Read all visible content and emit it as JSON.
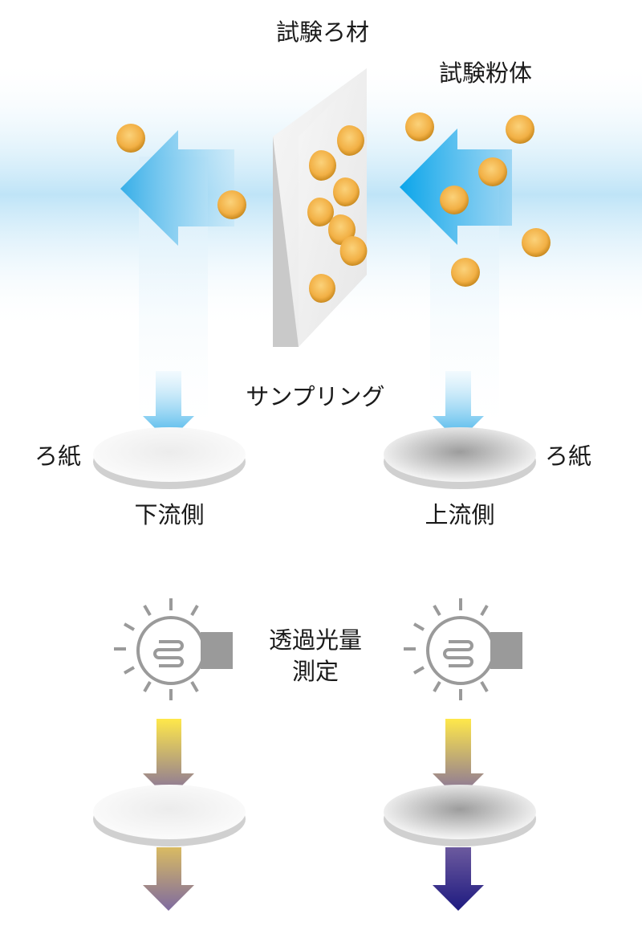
{
  "labels": {
    "test_filter": "試験ろ材",
    "test_powder": "試験粉体",
    "sampling": "サンプリング",
    "filter_paper_left": "ろ紙",
    "filter_paper_right": "ろ紙",
    "downstream": "下流側",
    "upstream": "上流側",
    "measurement_line1": "透過光量",
    "measurement_line2": "測定"
  },
  "colors": {
    "airflow_blue": "#3fb4ec",
    "particle_orange": "#f2b045",
    "filter_panel": "#ececec",
    "lamp_gray": "#9a9a9a",
    "light_yellow": "#ffe84a",
    "transmit_purple_light": "#806a9c",
    "transmit_navy": "#1e1a80"
  }
}
